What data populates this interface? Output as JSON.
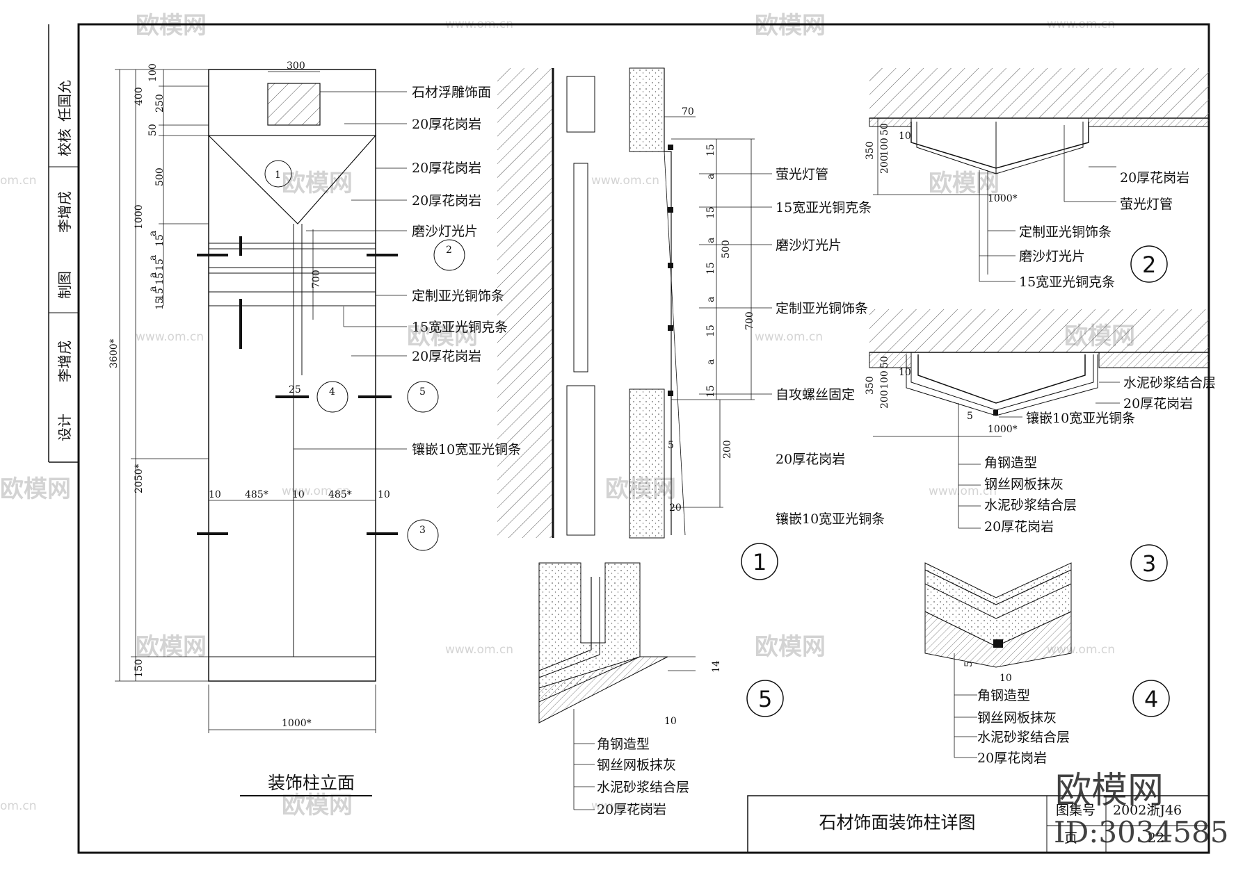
{
  "sheet": {
    "title_block": {
      "title": "石材饰面装饰柱详图",
      "atlas_label": "图集号",
      "atlas_no": "2002浙J46",
      "page_label": "页",
      "page_no": "22"
    },
    "side_block": [
      "任国允",
      "校核",
      "李增戌",
      "制图",
      "李增戌",
      "设计"
    ],
    "watermark": {
      "brand": "欧模网",
      "domain": "www.om.cn",
      "domain_short": "om.cn",
      "big_brand": "欧模网",
      "id": "ID:3034585"
    }
  },
  "elevation": {
    "title": "装饰柱立面",
    "labels": [
      "石材浮雕饰面",
      "20厚花岗岩",
      "20厚花岗岩",
      "20厚花岗岩",
      "磨沙灯光片",
      "定制亚光铜饰条",
      "15宽亚光铜克条",
      "20厚花岗岩",
      "镶嵌10宽亚光铜条"
    ],
    "dims": {
      "top_width": "300",
      "total_height": "3600*",
      "lower_height": "2050*",
      "bottom_width": "1000*",
      "left_col": [
        "100",
        "250",
        "50",
        "500",
        "15",
        "a",
        "15",
        "a",
        "15",
        "a",
        "15",
        "a",
        "15"
      ],
      "outer_left": [
        "400",
        "1000",
        "150"
      ],
      "inner": [
        "700",
        "25"
      ],
      "spacing": [
        "10",
        "485*",
        "10",
        "485*",
        "10"
      ]
    },
    "section_marks": [
      "1",
      "2",
      "3",
      "4",
      "5"
    ]
  },
  "detail1": {
    "number": "1",
    "labels": [
      "萤光灯管",
      "15宽亚光铜克条",
      "磨沙灯光片",
      "定制亚光铜饰条",
      "自攻螺丝固定",
      "20厚花岗岩",
      "镶嵌10宽亚光铜条"
    ],
    "dims": [
      "70",
      "15",
      "a",
      "15",
      "a",
      "15",
      "a",
      "15",
      "a",
      "15",
      "500",
      "700",
      "200",
      "5",
      "20"
    ]
  },
  "detail2": {
    "number": "2",
    "labels": [
      "20厚花岗岩",
      "萤光灯管",
      "定制亚光铜饰条",
      "磨沙灯光片",
      "15宽亚光铜克条"
    ],
    "dims": [
      "10",
      "50",
      "100",
      "350",
      "200",
      "1000*"
    ]
  },
  "detail3": {
    "number": "3",
    "labels": [
      "水泥砂浆结合层",
      "20厚花岗岩",
      "镶嵌10宽亚光铜条",
      "角钢造型",
      "钢丝网板抹灰",
      "水泥砂浆结合层",
      "20厚花岗岩"
    ],
    "dims": [
      "10",
      "50",
      "100",
      "350",
      "200",
      "5",
      "1000*"
    ]
  },
  "detail4": {
    "number": "4",
    "labels": [
      "角钢造型",
      "钢丝网板抹灰",
      "水泥砂浆结合层",
      "20厚花岗岩"
    ],
    "dims": [
      "5",
      "10"
    ]
  },
  "detail5": {
    "number": "5",
    "labels": [
      "角钢造型",
      "钢丝网板抹灰",
      "水泥砂浆结合层",
      "20厚花岗岩"
    ],
    "dims": [
      "14",
      "10"
    ]
  }
}
